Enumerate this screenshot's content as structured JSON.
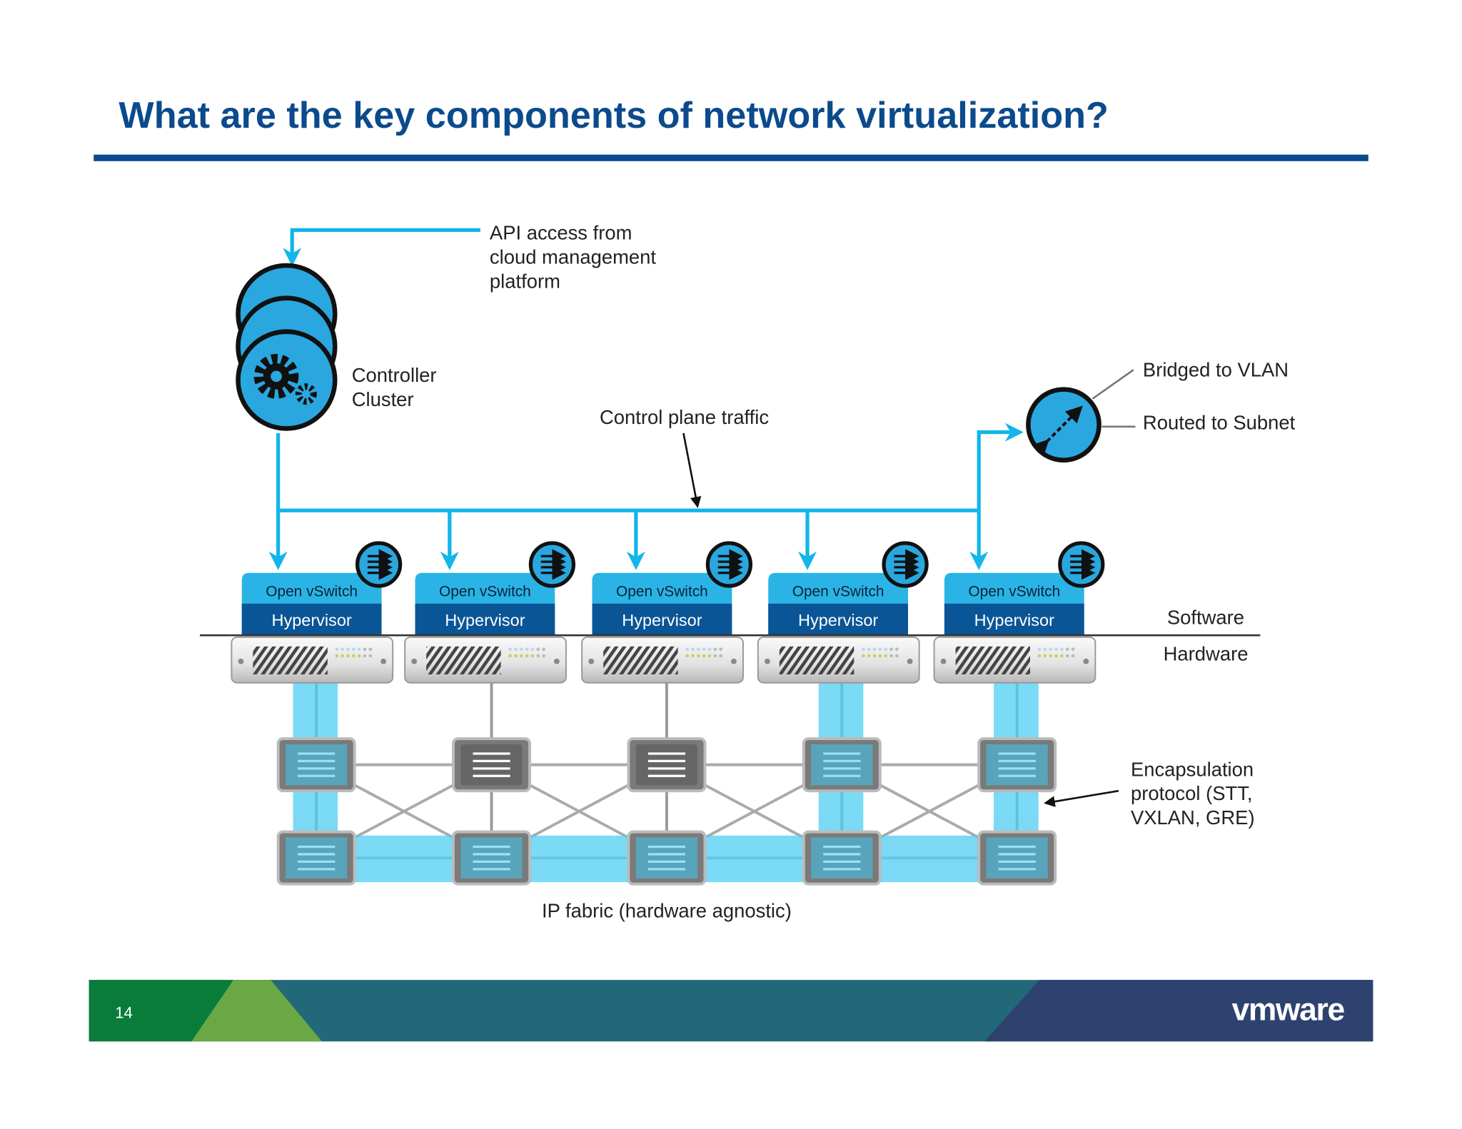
{
  "title": "What are the key components of network virtualization?",
  "colors": {
    "title": "#0b4a8c",
    "accent": "#13b5ea",
    "ovs": "#2ab4e6",
    "hypervisor": "#0a5596",
    "footer_green": "#0a7c3a",
    "footer_lightgreen": "#6aa845",
    "footer_teal": "#236878",
    "footer_navy": "#2e4270"
  },
  "diagram": {
    "api_label": [
      "API access from",
      "cloud management",
      "platform"
    ],
    "controller_label": [
      "Controller",
      "Cluster"
    ],
    "control_plane_label": "Control plane traffic",
    "bridged_label": "Bridged to VLAN",
    "routed_label": "Routed to Subnet",
    "software_label": "Software",
    "hardware_label": "Hardware",
    "encap_label": [
      "Encapsulation",
      "protocol (STT,",
      "VXLAN, GRE)"
    ],
    "fabric_label": "IP fabric (hardware agnostic)",
    "hosts": [
      {
        "ovs": "Open vSwitch",
        "hypervisor": "Hypervisor",
        "overlay": true
      },
      {
        "ovs": "Open vSwitch",
        "hypervisor": "Hypervisor",
        "overlay": false
      },
      {
        "ovs": "Open vSwitch",
        "hypervisor": "Hypervisor",
        "overlay": false
      },
      {
        "ovs": "Open vSwitch",
        "hypervisor": "Hypervisor",
        "overlay": true
      },
      {
        "ovs": "Open vSwitch",
        "hypervisor": "Hypervisor",
        "overlay": true
      }
    ]
  },
  "footer": {
    "page_number": "14",
    "logo": "vmware"
  }
}
